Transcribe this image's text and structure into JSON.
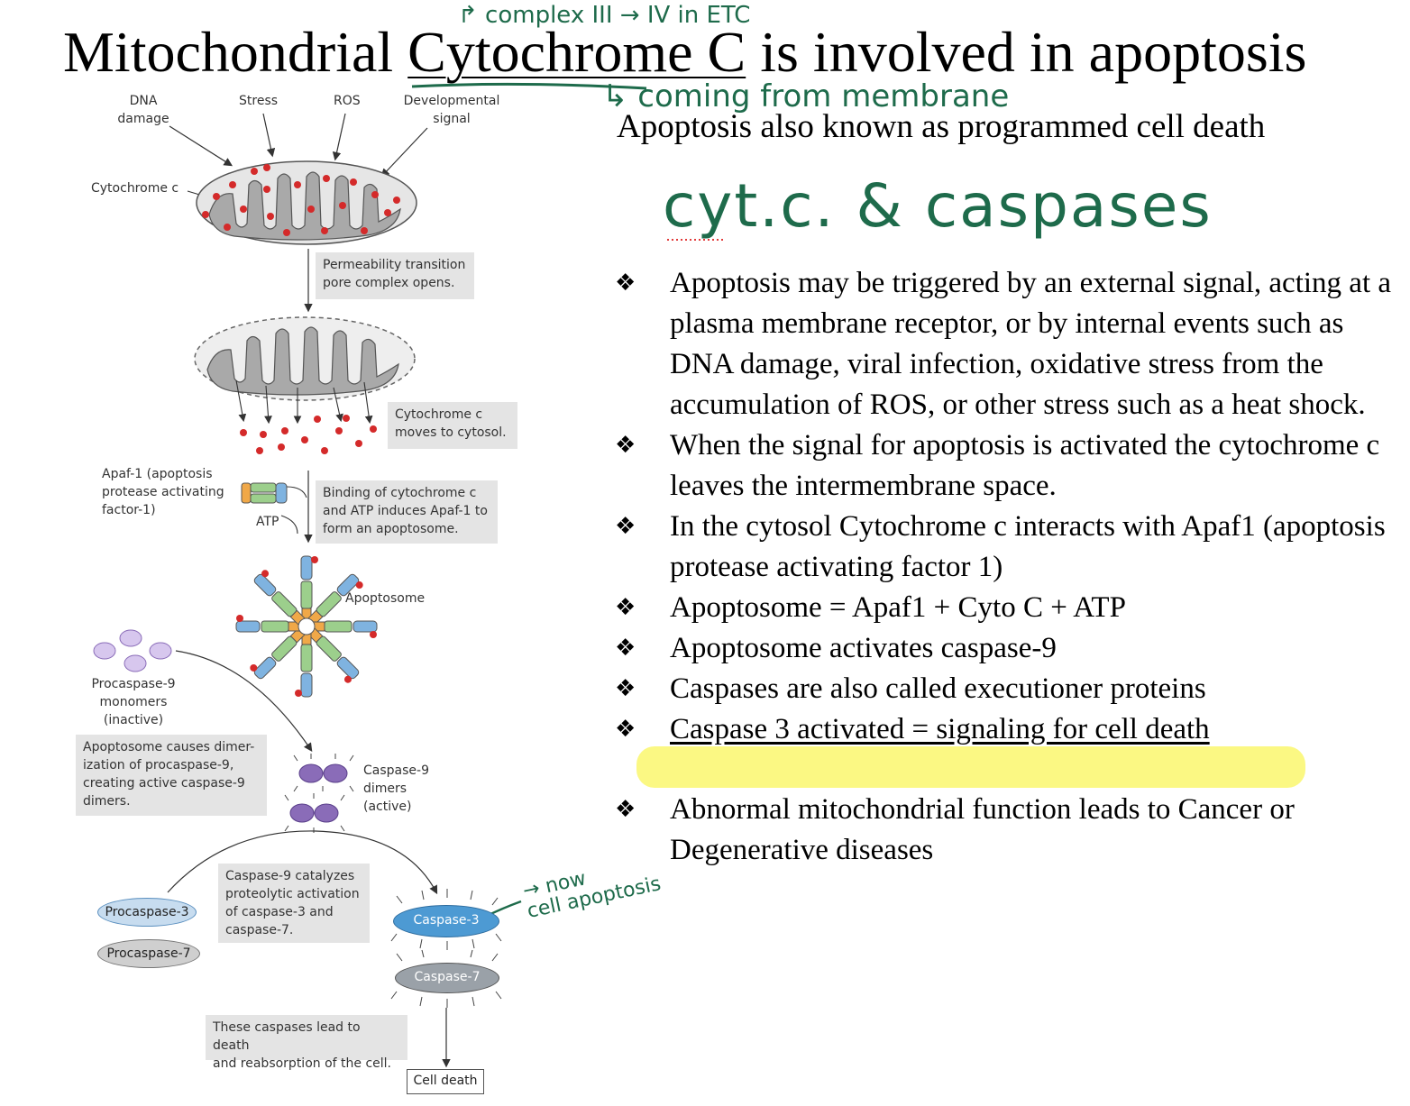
{
  "slide": {
    "title_part1": "Mitochondrial ",
    "title_cyto": "Cytochrome C",
    "title_part2": " is involved in apoptosis",
    "subtitle": "Apoptosis also known as programmed cell death",
    "bullets": [
      "Apoptosis may be triggered by an external signal, acting at a plasma membrane receptor, or by internal events such as DNA damage, viral infection, oxidative stress from the accumulation of ROS, or other stress such as a heat shock.",
      "When the signal for apoptosis is activated the cytochrome c leaves the intermembrane space.",
      "In the cytosol Cytochrome c interacts with Apaf1 (apoptosis protease activating factor 1)",
      "Apoptosome = Apaf1 + Cyto C + ATP",
      "Apoptosome activates caspase-9",
      "Caspases are also called executioner proteins",
      "Caspase 3 activated = signaling for cell death",
      "Abnormal mitochondrial function leads to Cancer or Degenerative diseases"
    ],
    "bullet_glyph": "❖",
    "highlight_color": "#f7f25a"
  },
  "handwriting": {
    "top_note": "↱ complex III → IV in ETC",
    "coming": "↳ coming from membrane",
    "cytc": "cyt.c. & caspases",
    "now_line1": "→ now",
    "now_line2": "cell apoptosis",
    "ink_color": "#1e6b4b"
  },
  "diagram": {
    "inputs": [
      "DNA damage",
      "Stress",
      "ROS",
      "Developmental signal"
    ],
    "input_dna_1": "DNA",
    "input_dna_2": "damage",
    "input_stress": "Stress",
    "input_ros": "ROS",
    "input_dev_1": "Developmental",
    "input_dev_2": "signal",
    "cytochrome_label": "Cytochrome c",
    "box_permeability": [
      "Permeability transition",
      "pore complex opens."
    ],
    "box_moves": [
      "Cytochrome c",
      "moves to cytosol."
    ],
    "apaf_label": [
      "Apaf-1 (apoptosis",
      "protease activating",
      "factor-1)"
    ],
    "atp_label": "ATP",
    "box_binding": [
      "Binding of cytochrome c",
      "and ATP induces Apaf-1 to",
      "form an apoptosome."
    ],
    "apoptosome_label": "Apoptosome",
    "procaspase9_label": [
      "Procaspase-9",
      "monomers",
      "(inactive)"
    ],
    "box_dimer": [
      "Apoptosome causes dimer-",
      "ization of procaspase-9,",
      "creating active caspase-9",
      "dimers."
    ],
    "caspase9_label": [
      "Caspase-9",
      "dimers",
      "(active)"
    ],
    "box_catalyzes": [
      "Caspase-9 catalyzes",
      "proteolytic activation",
      "of caspase-3 and",
      "caspase-7."
    ],
    "procaspase3": "Procaspase-3",
    "procaspase7": "Procaspase-7",
    "caspase3": "Caspase-3",
    "caspase7": "Caspase-7",
    "box_death": [
      "These caspases lead to death",
      "and reabsorption of the cell."
    ],
    "cell_death": "Cell death",
    "colors": {
      "mito_fill": "#a9a9a9",
      "cyto_dot": "#d42a2a",
      "box_gray": "#e4e4e4",
      "caspase3_blue": "#4d9ad3",
      "caspase9_purple": "#8a6cb8",
      "procaspase_blue": "#c7dcef",
      "procaspase_gray": "#cfcfcf"
    }
  }
}
